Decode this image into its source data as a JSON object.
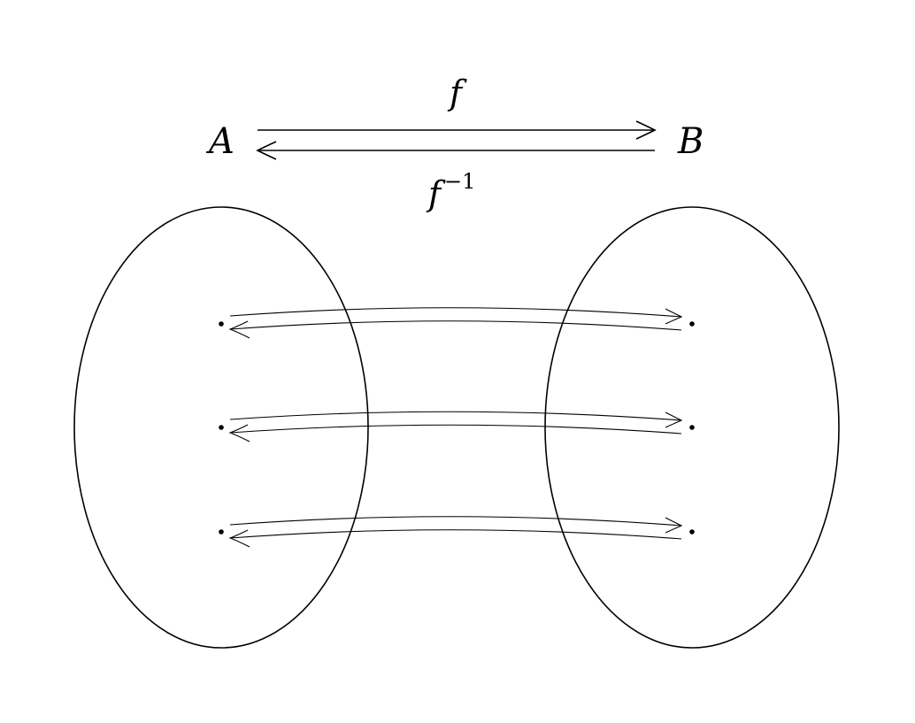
{
  "diagram": {
    "set_a_label": "A",
    "set_b_label": "B",
    "forward_map_label": "f",
    "inverse_map_base": "f",
    "inverse_map_exponent": "−1",
    "pairs_count_shown": 3
  }
}
